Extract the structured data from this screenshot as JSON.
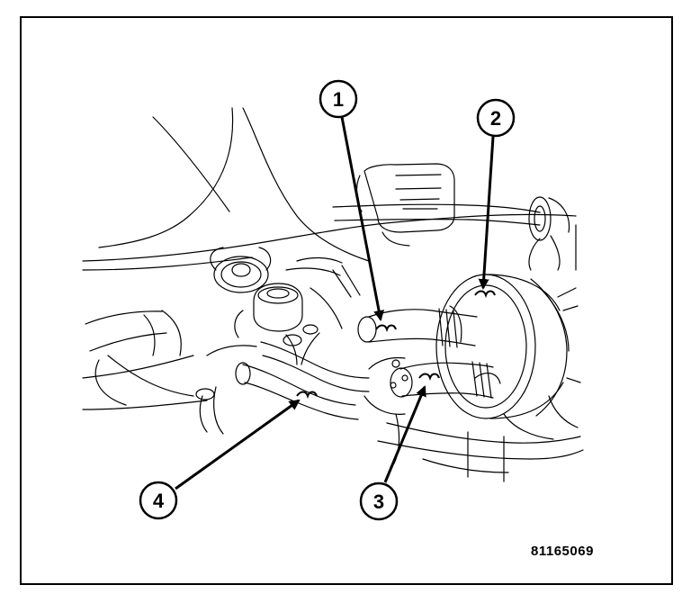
{
  "figure": {
    "code": "81165069",
    "line_color": "#000000",
    "background": "#ffffff"
  },
  "callouts": [
    {
      "label": "1"
    },
    {
      "label": "2"
    },
    {
      "label": "3"
    },
    {
      "label": "4"
    }
  ]
}
